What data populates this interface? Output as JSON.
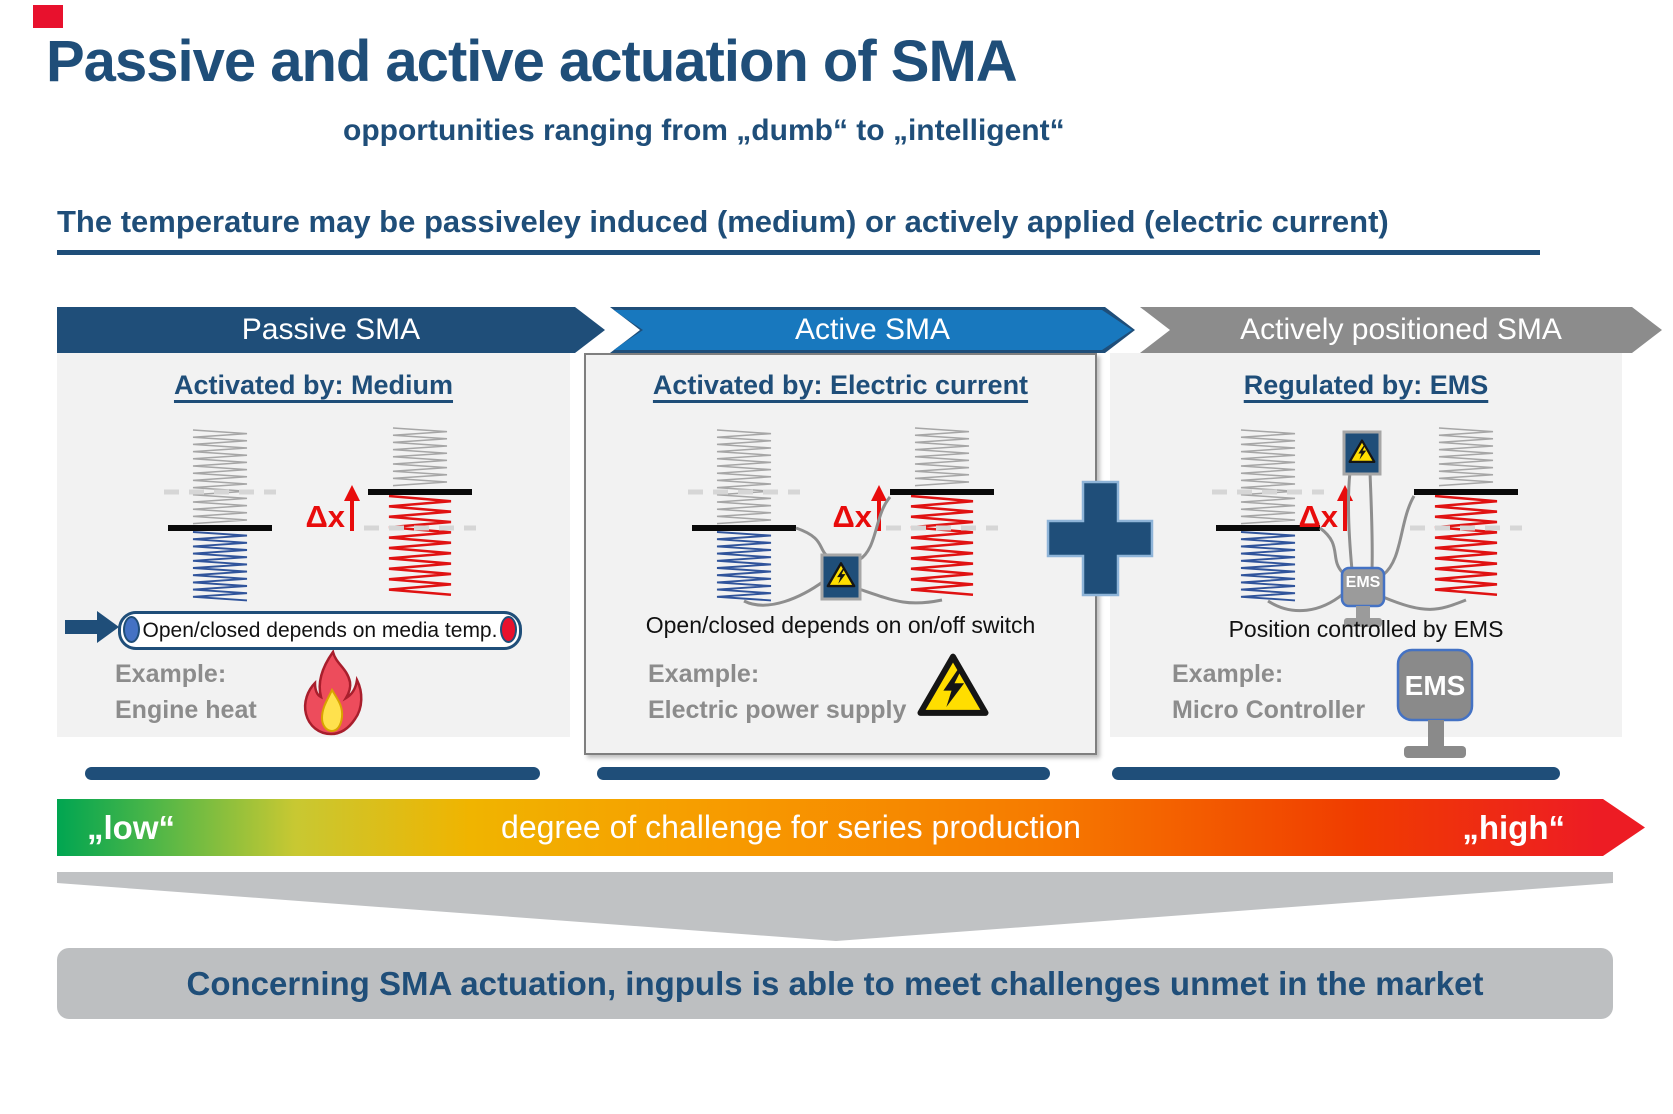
{
  "slide": {
    "brand_square_color": "#E8112D",
    "title": "Passive and active actuation of SMA",
    "subtitle": "opportunities ranging from „dumb“ to „intelligent“",
    "heading": "The temperature may be passiveley induced (medium) or actively applied (electric current)"
  },
  "banners": [
    {
      "label": "Passive SMA",
      "color": "#1F4E79"
    },
    {
      "label": "Active SMA",
      "color": "#1878BE"
    },
    {
      "label": "Actively positioned SMA",
      "color": "#8C8C8C"
    }
  ],
  "panels": [
    {
      "activation": "Activated by: Medium",
      "delta": "Δx",
      "caption": "Open/closed depends on media temp.",
      "example_label": "Example:",
      "example": "Engine heat",
      "icon": "flame-icon"
    },
    {
      "activation": "Activated by: Electric current",
      "delta": "Δx",
      "caption": "Open/closed depends on on/off switch",
      "example_label": "Example:",
      "example": "Electric power supply",
      "icon": "high-voltage-icon"
    },
    {
      "activation": "Regulated by: EMS",
      "delta": "Δx",
      "caption": "Position controlled by EMS",
      "example_label": "Example:",
      "example": "Micro Controller",
      "icon": "ems-monitor-icon",
      "ems_box_label": "EMS",
      "ems_monitor_label": "EMS"
    }
  ],
  "challenge_bar": {
    "low_label": "„low“",
    "center_label": "degree of challenge for series production",
    "high_label": "„high“",
    "gradient": [
      "#00A551",
      "#C8C832",
      "#F5A623",
      "#ED1C24"
    ]
  },
  "conclusion": "Concerning SMA actuation, ingpuls is able to meet challenges unmet in the market",
  "colors": {
    "navy": "#1F4E79",
    "panel_bg": "#F2F2F2",
    "spring_cold": "#30549B",
    "spring_hot": "#E01212",
    "spring_neutral": "#A6A6A6",
    "wire": "#8E8E8E",
    "example_text": "#8C8C8C",
    "conclusion_bg": "#BDBFC1",
    "wedge": "#C0C2C4"
  }
}
